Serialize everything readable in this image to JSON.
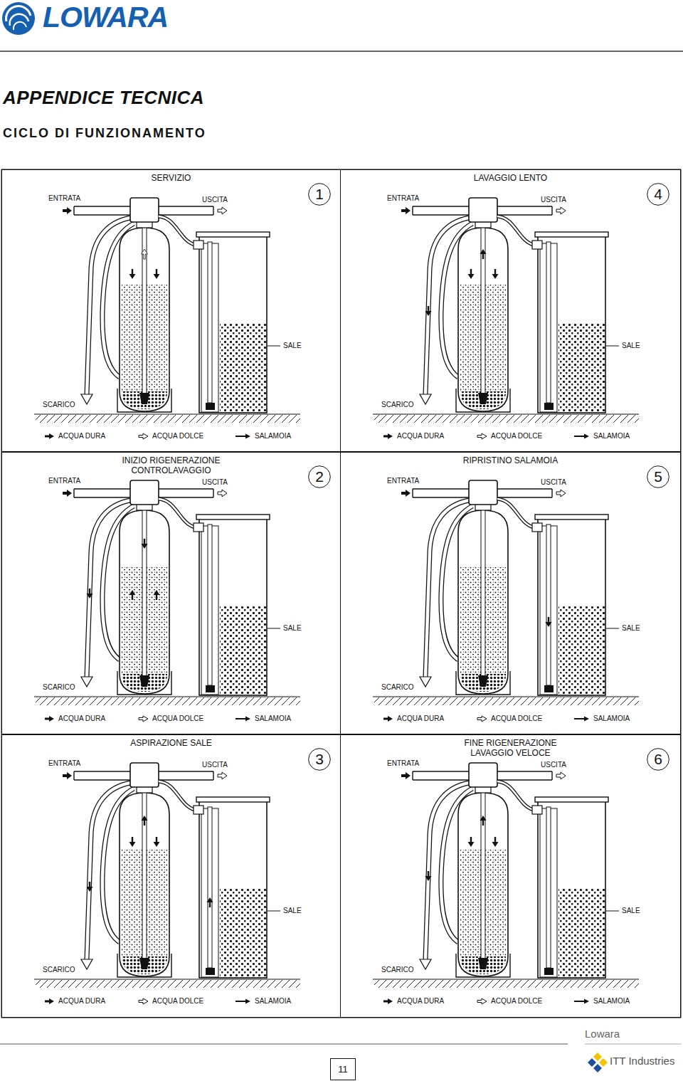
{
  "diagram": {
    "title": "APPENDICE TECNICA",
    "nodes": [
      {
        "text": [
          "SERVIZIO"
        ]
      },
      {
        "text": [
          "1"
        ],
        "in": 0
      },
      {
        "text": [
          "LAVAGGIO LENTO"
        ]
      },
      {
        "text": [
          "4"
        ],
        "in": 2
      },
      {
        "text": [
          "INIZIO RIGENERAZIONE CONTROLAVAGGIO"
        ]
      },
      {
        "text": [
          "2"
        ],
        "in": 4
      },
      {
        "text": [
          "RIPRISTINO SALAMOIA"
        ]
      },
      {
        "text": [
          "5"
        ],
        "in": 6
      },
      {
        "text": [
          "ASPIRAZIONE SALE"
        ]
      },
      {
        "text": [
          "3"
        ],
        "in": 8
      },
      {
        "text": [
          "FINE RIGENERAZIONE LAVAGGIO VELOCE"
        ]
      },
      {
        "text": [
          "6"
        ],
        "in": 10
      },
      {
        "text": [
          "11"
        ]
      }
    ],
    "labels": [
      "LOWARA",
      "CICLO DI FUNZIONAMENTO",
      "ENTRATA",
      "USCITA",
      "SALE",
      "SCARICO",
      "ENTRATA",
      "USCITA",
      "SALE",
      "SCARICO",
      "ENTRATA",
      "USCITA",
      "SALE",
      "SCARICO",
      "ENTRATA",
      "USCITA",
      "SALE",
      "SCARICO",
      "ENTRATA",
      "USCITA",
      "SALE",
      "SCARICO",
      "ENTRATA",
      "USCITA",
      "SALE",
      "SCARICO",
      "Lowara",
      "ITT Industries"
    ],
    "legend": [
      {
        "text": "ACQUA DURA"
      },
      {
        "text": "ACQUA DOLCE"
      },
      {
        "text": "SALAMOIA"
      },
      {
        "text": "ACQUA DURA"
      },
      {
        "text": "ACQUA DOLCE"
      },
      {
        "text": "SALAMOIA"
      },
      {
        "text": "ACQUA DURA"
      },
      {
        "text": "ACQUA DOLCE"
      },
      {
        "text": "SALAMOIA"
      },
      {
        "text": "ACQUA DURA"
      },
      {
        "text": "ACQUA DOLCE"
      },
      {
        "text": "SALAMOIA"
      },
      {
        "text": "ACQUA DURA"
      },
      {
        "text": "ACQUA DOLCE"
      },
      {
        "text": "SALAMOIA"
      },
      {
        "text": "ACQUA DURA"
      },
      {
        "text": "ACQUA DOLCE"
      },
      {
        "text": "SALAMOIA"
      }
    ]
  }
}
